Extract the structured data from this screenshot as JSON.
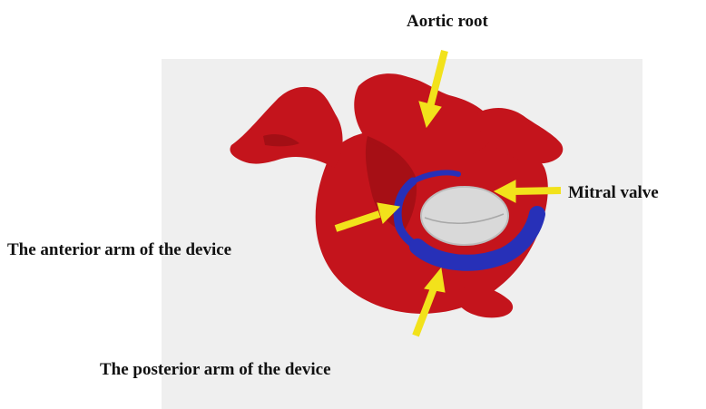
{
  "labels": {
    "aortic_root": "Aortic root",
    "mitral_valve": "Mitral valve",
    "anterior_arm": "The anterior arm of the device",
    "posterior_arm": "The posterior arm of the device"
  },
  "colors": {
    "heart": "#c4141c",
    "heart_dark": "#8e0b10",
    "device": "#2730b8",
    "valve": "#d9d9d9",
    "arrow": "#f2e21b",
    "panel": "#efefef"
  }
}
